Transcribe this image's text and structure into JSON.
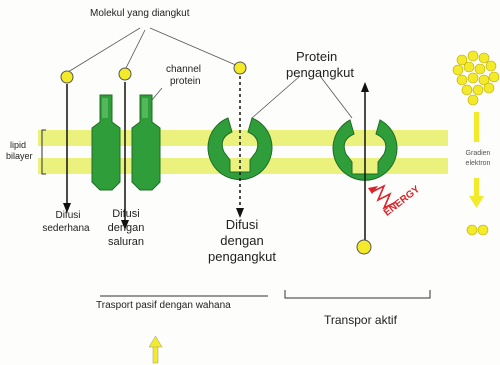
{
  "diagram": {
    "title_top": "Molekul yang diangkut",
    "channel_label_line1": "channel",
    "channel_label_line2": "protein",
    "carrier_label_line1": "Protein",
    "carrier_label_line2": "pengangkut",
    "membrane_label_line1": "lipid",
    "membrane_label_line2": "bilayer",
    "simple_diffusion_line1": "Difusi",
    "simple_diffusion_line2": "sederhana",
    "channel_diffusion_line1": "Difusi",
    "channel_diffusion_line2": "dengan",
    "channel_diffusion_line3": "saluran",
    "carrier_diffusion_line1": "Difusi",
    "carrier_diffusion_line2": "dengan",
    "carrier_diffusion_line3": "pengangkut",
    "energy_label": "ENERGY",
    "passive_transport_label": "Trasport pasif dengan wahana",
    "active_transport_label": "Transpor aktif",
    "gradient_label_line1": "Gradien",
    "gradient_label_line2": "elektron"
  },
  "colors": {
    "membrane_band": "#e8f07a",
    "protein_green": "#2f9e3a",
    "protein_dark": "#1d6e25",
    "molecule_yellow": "#f3ea2a",
    "energy_red": "#d8242a"
  }
}
